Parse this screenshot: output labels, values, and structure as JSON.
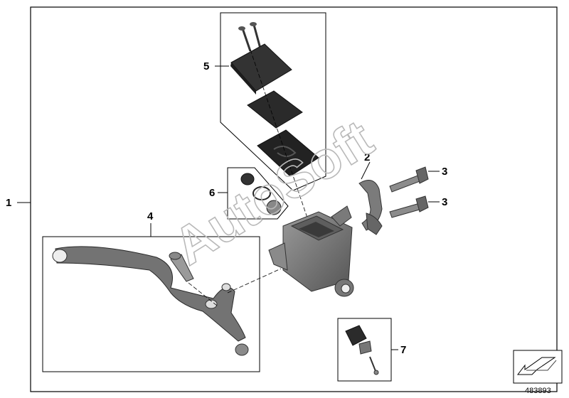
{
  "diagram": {
    "callouts": [
      {
        "id": "1",
        "label": "1"
      },
      {
        "id": "2",
        "label": "2"
      },
      {
        "id": "3a",
        "label": "3"
      },
      {
        "id": "3b",
        "label": "3"
      },
      {
        "id": "4",
        "label": "4"
      },
      {
        "id": "5",
        "label": "5"
      },
      {
        "id": "6",
        "label": "6"
      },
      {
        "id": "7",
        "label": "7"
      }
    ],
    "watermark": "AutoSoft",
    "diagram_number": "483893",
    "colors": {
      "frame": "#000000",
      "part_dark": "#2c2c2c",
      "part_mid": "#6e6e6e",
      "part_light": "#9a9a9a",
      "watermark": "#b9b9b9"
    }
  }
}
